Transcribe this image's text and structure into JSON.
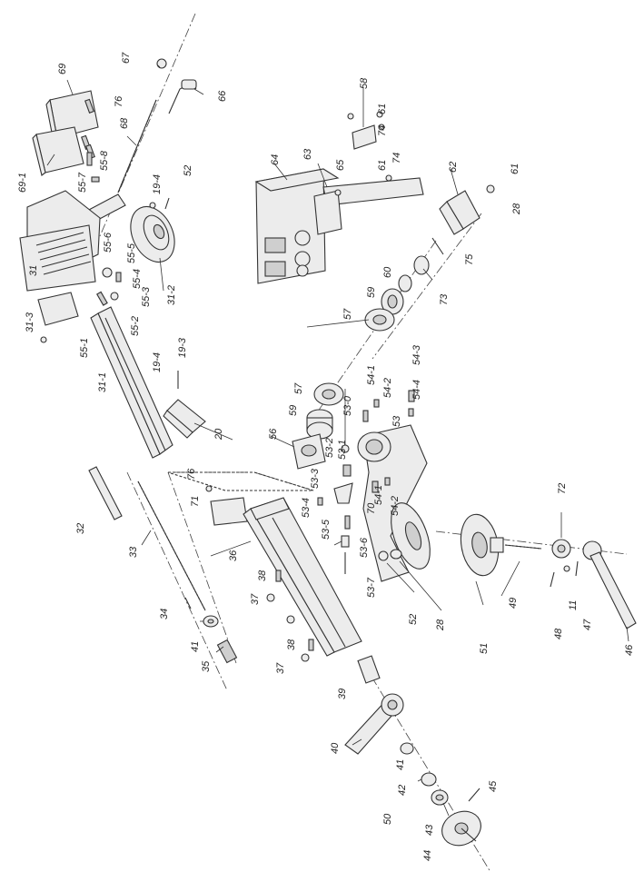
{
  "labels": {
    "l69": "69",
    "l76a": "76",
    "l691": "69-1",
    "l68": "68",
    "l67": "67",
    "l66": "66",
    "l558": "55-8",
    "l557": "55-7",
    "l194a": "19-4",
    "l52a": "52",
    "l556": "55-6",
    "l555": "55-5",
    "l554": "55-4",
    "l553": "55-3",
    "l552": "55-2",
    "l551": "55-1",
    "l31": "31",
    "l312": "31-2",
    "l313": "31-3",
    "l311": "31-1",
    "l194b": "19-4",
    "l193": "19-3",
    "l20": "20",
    "l58": "58",
    "l61a": "61",
    "l74a": "74",
    "l61b": "61",
    "l74b": "74",
    "l64": "64",
    "l63": "63",
    "l65": "65",
    "l62": "62",
    "l61c": "61",
    "l28a": "28",
    "l75": "75",
    "l73": "73",
    "l60": "60",
    "l59a": "59",
    "l57a": "57",
    "l57b": "57",
    "l59b": "59",
    "l530": "53-0",
    "l541a": "54-1",
    "l542a": "54-2",
    "l543": "54-3",
    "l544": "54-4",
    "l56": "56",
    "l532": "53-2",
    "l531": "53-1",
    "l53": "53",
    "l76b": "76",
    "l71": "71",
    "l533": "53-3",
    "l534": "53-4",
    "l535": "53-5",
    "l70": "70",
    "l541b": "54-1",
    "l542b": "54-2",
    "l536": "53-6",
    "l537": "53-7",
    "l32": "32",
    "l33": "33",
    "l36": "36",
    "l38a": "38",
    "l37a": "37",
    "l34": "34",
    "l41a": "41",
    "l35": "35",
    "l38b": "38",
    "l37b": "37",
    "l52b": "52",
    "l28b": "28",
    "l72": "72",
    "l49": "49",
    "l51": "51",
    "l48": "48",
    "l11": "11",
    "l47": "47",
    "l46": "46",
    "l39": "39",
    "l40": "40",
    "l41b": "41",
    "l42": "42",
    "l50": "50",
    "l43": "43",
    "l45": "45",
    "l44": "44"
  }
}
